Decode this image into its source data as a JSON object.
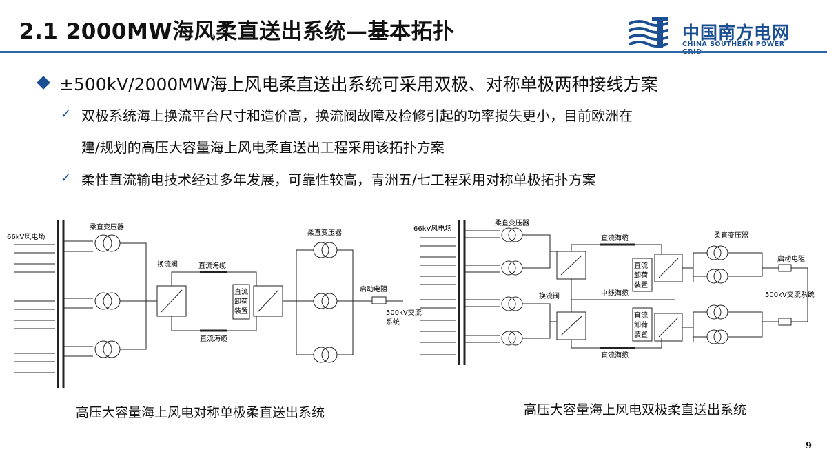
{
  "header": {
    "title": "2.1 2000MW海风柔直送出系统—基本拓扑",
    "logo_cn": "中国南方电网",
    "logo_en": "CHINA SOUTHERN POWER GRID"
  },
  "main_bullet": "±500kV/2000MW海上风电柔直送出系统可采用双极、对称单极两种接线方案",
  "sub_points": [
    {
      "line1": "双极系统海上换流平台尺寸和造价高，换流阀故障及检修引起的功率损失更小，目前欧洲在",
      "line2": "建/规划的高压大容量海上风电柔直送出工程采用该拓扑方案"
    },
    {
      "line1": "柔性直流输电技术经过多年发展，可靠性较高，青洲五/七工程采用对称单极拓扑方案"
    }
  ],
  "diagram_left": {
    "labels": {
      "wind_farm": "66kV风电场",
      "transformer_top": "柔直变压器",
      "converter": "换流阀",
      "cable_top": "直流海缆",
      "cable_bottom": "直流海缆",
      "unloader_1": "直流",
      "unloader_2": "卸荷",
      "unloader_3": "装置",
      "transformer_right": "柔直变压器",
      "starting_resistor": "启动电阻",
      "ac_system_1": "500kV交流",
      "ac_system_2": "系统"
    },
    "caption": "高压大容量海上风电对称单极柔直送出系统"
  },
  "diagram_right": {
    "labels": {
      "wind_farm": "66kV风电场",
      "transformer_top": "柔直变压器",
      "cable_top": "直流海缆",
      "cable_mid": "中线海缆",
      "cable_bottom": "直流海缆",
      "converter": "换流阀",
      "unloader_top_1": "直流",
      "unloader_top_2": "卸荷",
      "unloader_top_3": "装置",
      "unloader_bot_1": "直流",
      "unloader_bot_2": "卸荷",
      "unloader_bot_3": "装置",
      "transformer_right": "柔直变压器",
      "starting_resistor": "启动电阻",
      "ac_system": "500kV交流系统"
    },
    "caption": "高压大容量海上风电双极柔直送出系统"
  },
  "page_number": "9",
  "colors": {
    "accent": "#1b4f93",
    "rule": "#2f66a8"
  }
}
